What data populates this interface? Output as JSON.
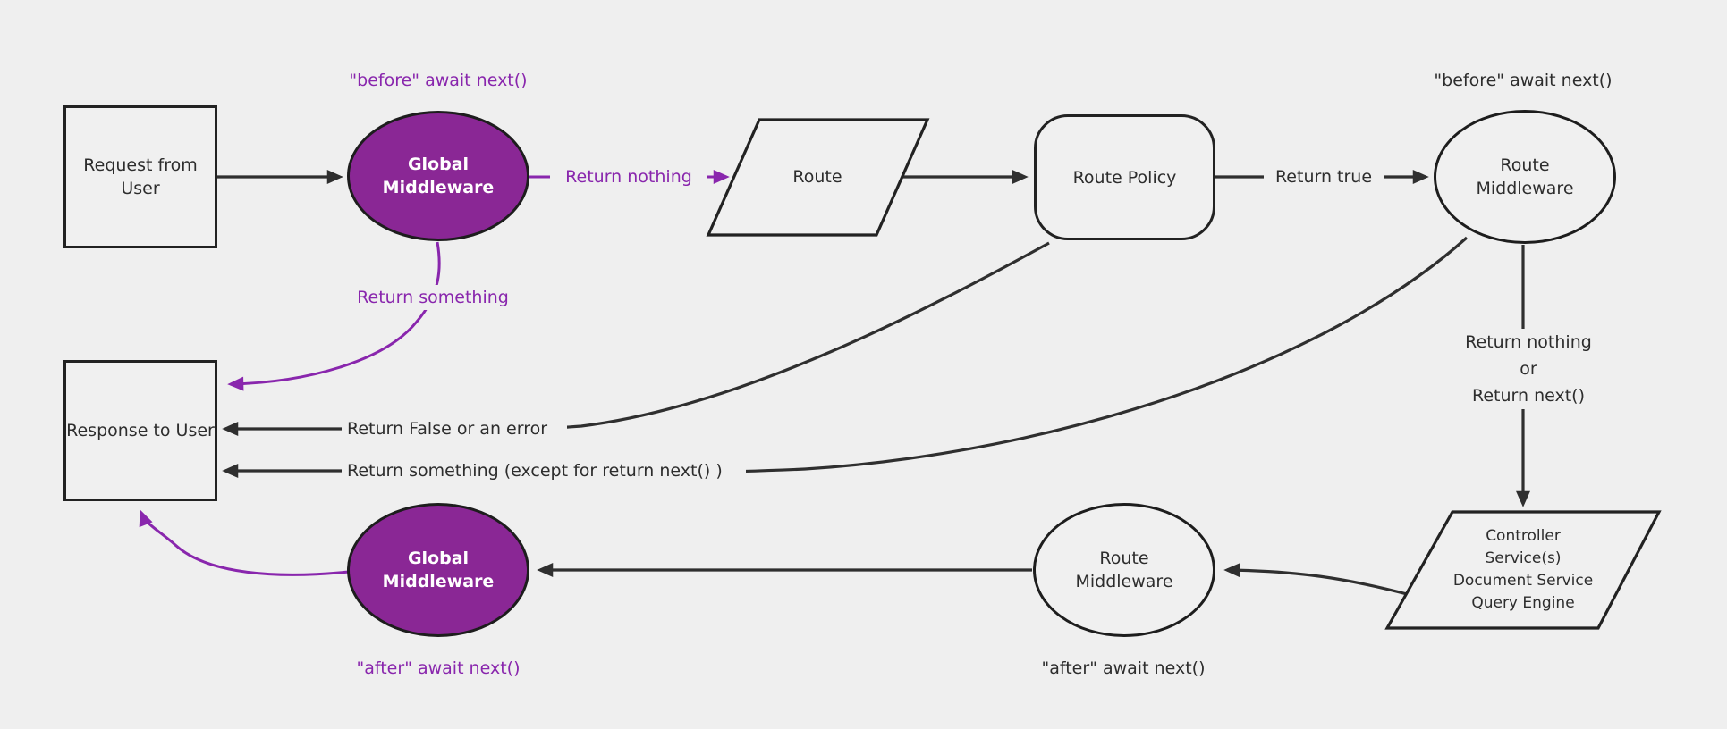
{
  "canvas": {
    "background": "#efefef",
    "line_color": "#2f2f2f",
    "purple_fill": "#8a2795",
    "purple_line": "#8926ad"
  },
  "nodes": {
    "request": {
      "label": "Request from User"
    },
    "global_middleware_top": {
      "label": "Global Middleware"
    },
    "route": {
      "label": "Route"
    },
    "route_policy": {
      "label": "Route Policy"
    },
    "route_middleware_top": {
      "label": "Route Middleware"
    },
    "controller": {
      "lines": [
        "Controller",
        "Service(s)",
        "Document Service",
        "Query Engine"
      ]
    },
    "route_middleware_bottom": {
      "label": "Route Middleware"
    },
    "global_middleware_bottom": {
      "label": "Global Middleware"
    },
    "response": {
      "label": "Response to User"
    }
  },
  "edge_labels": {
    "before_await_next_global": "\"before\" await next()",
    "before_await_next_route": "\"before\" await next()",
    "return_nothing": "Return nothing",
    "return_true": "Return true",
    "return_nothing_or": [
      "Return nothing",
      "or",
      "Return next()"
    ],
    "return_false": "Return False or an error",
    "return_something_except": "Return something (except for return next() )",
    "return_something": "Return something",
    "after_await_next_route": "\"after\" await next()",
    "after_await_next_global": "\"after\" await next()"
  }
}
